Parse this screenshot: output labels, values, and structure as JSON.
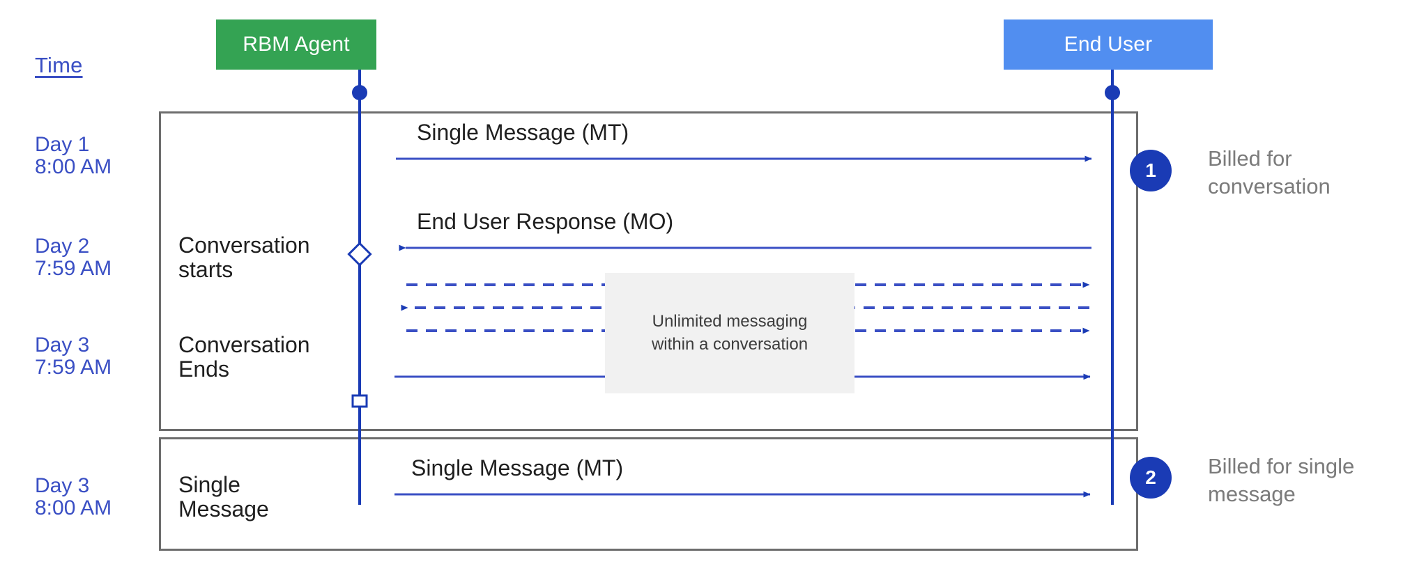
{
  "diagram": {
    "title_column": {
      "label": "Time"
    },
    "actors": [
      {
        "id": "rbm-agent",
        "label": "RBM Agent",
        "color": "#34a353"
      },
      {
        "id": "end-user",
        "label": "End User",
        "color": "#518ef0"
      }
    ],
    "time_labels": [
      {
        "id": "t1",
        "day": "Day 1",
        "time": "8:00 AM"
      },
      {
        "id": "t2",
        "day": "Day 2",
        "time": "7:59 AM"
      },
      {
        "id": "t3",
        "day": "Day 3",
        "time": "7:59 AM"
      },
      {
        "id": "t4",
        "day": "Day 3",
        "time": "8:00 AM"
      }
    ],
    "row_labels": [
      {
        "id": "conversation-starts",
        "text": "Conversation\nstarts"
      },
      {
        "id": "conversation-ends",
        "text": "Conversation\nEnds"
      },
      {
        "id": "single-message",
        "text": "Single\nMessage"
      }
    ],
    "messages": [
      {
        "id": "m1",
        "caption": "Single Message (MT)",
        "direction": "right",
        "style": "solid"
      },
      {
        "id": "m2",
        "caption": "End User Response (MO)",
        "direction": "left",
        "style": "solid"
      },
      {
        "id": "m3",
        "caption": "",
        "direction": "right",
        "style": "dashed"
      },
      {
        "id": "m4",
        "caption": "",
        "direction": "left",
        "style": "dashed"
      },
      {
        "id": "m5",
        "caption": "",
        "direction": "right",
        "style": "dashed"
      },
      {
        "id": "m6",
        "caption": "",
        "direction": "right",
        "style": "solid"
      },
      {
        "id": "m7",
        "caption": "Single Message (MT)",
        "direction": "right",
        "style": "solid"
      }
    ],
    "note": {
      "text": "Unlimited messaging\nwithin a conversation"
    },
    "billing_groups": [
      {
        "id": "group-1",
        "badge": "1",
        "annotation": "Billed for\nconversation"
      },
      {
        "id": "group-2",
        "badge": "2",
        "annotation": "Billed for single\nmessage"
      }
    ],
    "colors": {
      "agent_green": "#34a353",
      "user_blue": "#518ef0",
      "line_blue": "#3a4fc4",
      "lifeline_blue": "#1a3bb5",
      "box_gray": "#6d6d6d",
      "note_bg": "#f1f1f1",
      "annotation_gray": "#7b7b7b"
    }
  }
}
